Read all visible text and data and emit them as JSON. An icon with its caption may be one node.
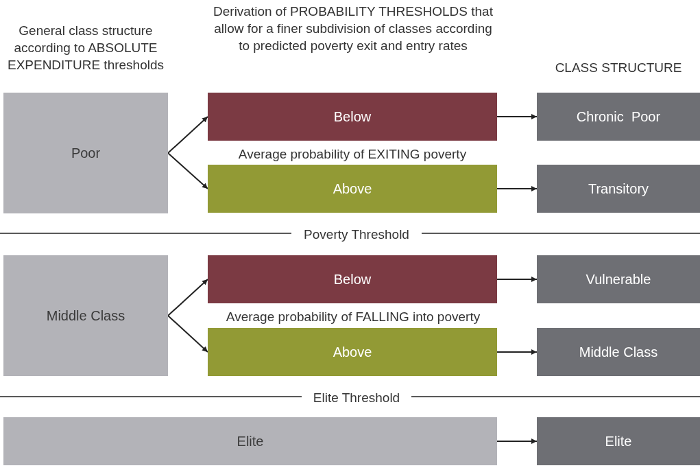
{
  "diagram": {
    "nodes": [
      {
        "text": [
          "Poor"
        ]
      },
      {
        "text": [
          "Below"
        ]
      },
      {
        "text": [
          "Above"
        ]
      },
      {
        "text": [
          "Chronic  Poor"
        ]
      },
      {
        "text": [
          "Transitory"
        ]
      },
      {
        "text": [
          "Middle Class"
        ]
      },
      {
        "text": [
          "Below"
        ]
      },
      {
        "text": [
          "Above"
        ]
      },
      {
        "text": [
          "Vulnerable"
        ]
      },
      {
        "text": [
          "Middle Class"
        ]
      },
      {
        "text": [
          "Elite"
        ]
      },
      {
        "text": [
          "Elite"
        ]
      }
    ],
    "edges": [
      {
        "from": 0,
        "to": 1,
        "arrow": "to"
      },
      {
        "from": 0,
        "to": 2,
        "arrow": "to"
      },
      {
        "from": 1,
        "to": 3,
        "arrow": "to"
      },
      {
        "from": 2,
        "to": 4,
        "arrow": "to"
      },
      {
        "from": 5,
        "to": 6,
        "arrow": "to"
      },
      {
        "from": 5,
        "to": 7,
        "arrow": "to"
      },
      {
        "from": 6,
        "to": 8,
        "arrow": "to"
      },
      {
        "from": 7,
        "to": 9,
        "arrow": "to"
      },
      {
        "from": 10,
        "to": 11,
        "arrow": "to"
      }
    ],
    "labels": [
      "General class structure according to ABSOLUTE EXPENDITURE thresholds",
      "Derivation of PROBABILITY THRESHOLDS that allow for a finer subdivision of classes according to predicted poverty exit and entry rates",
      "CLASS STRUCTURE",
      "Average probability of EXITING poverty",
      "Poverty Threshold",
      "Average probability of FALLING into poverty",
      "Elite Threshold"
    ]
  }
}
